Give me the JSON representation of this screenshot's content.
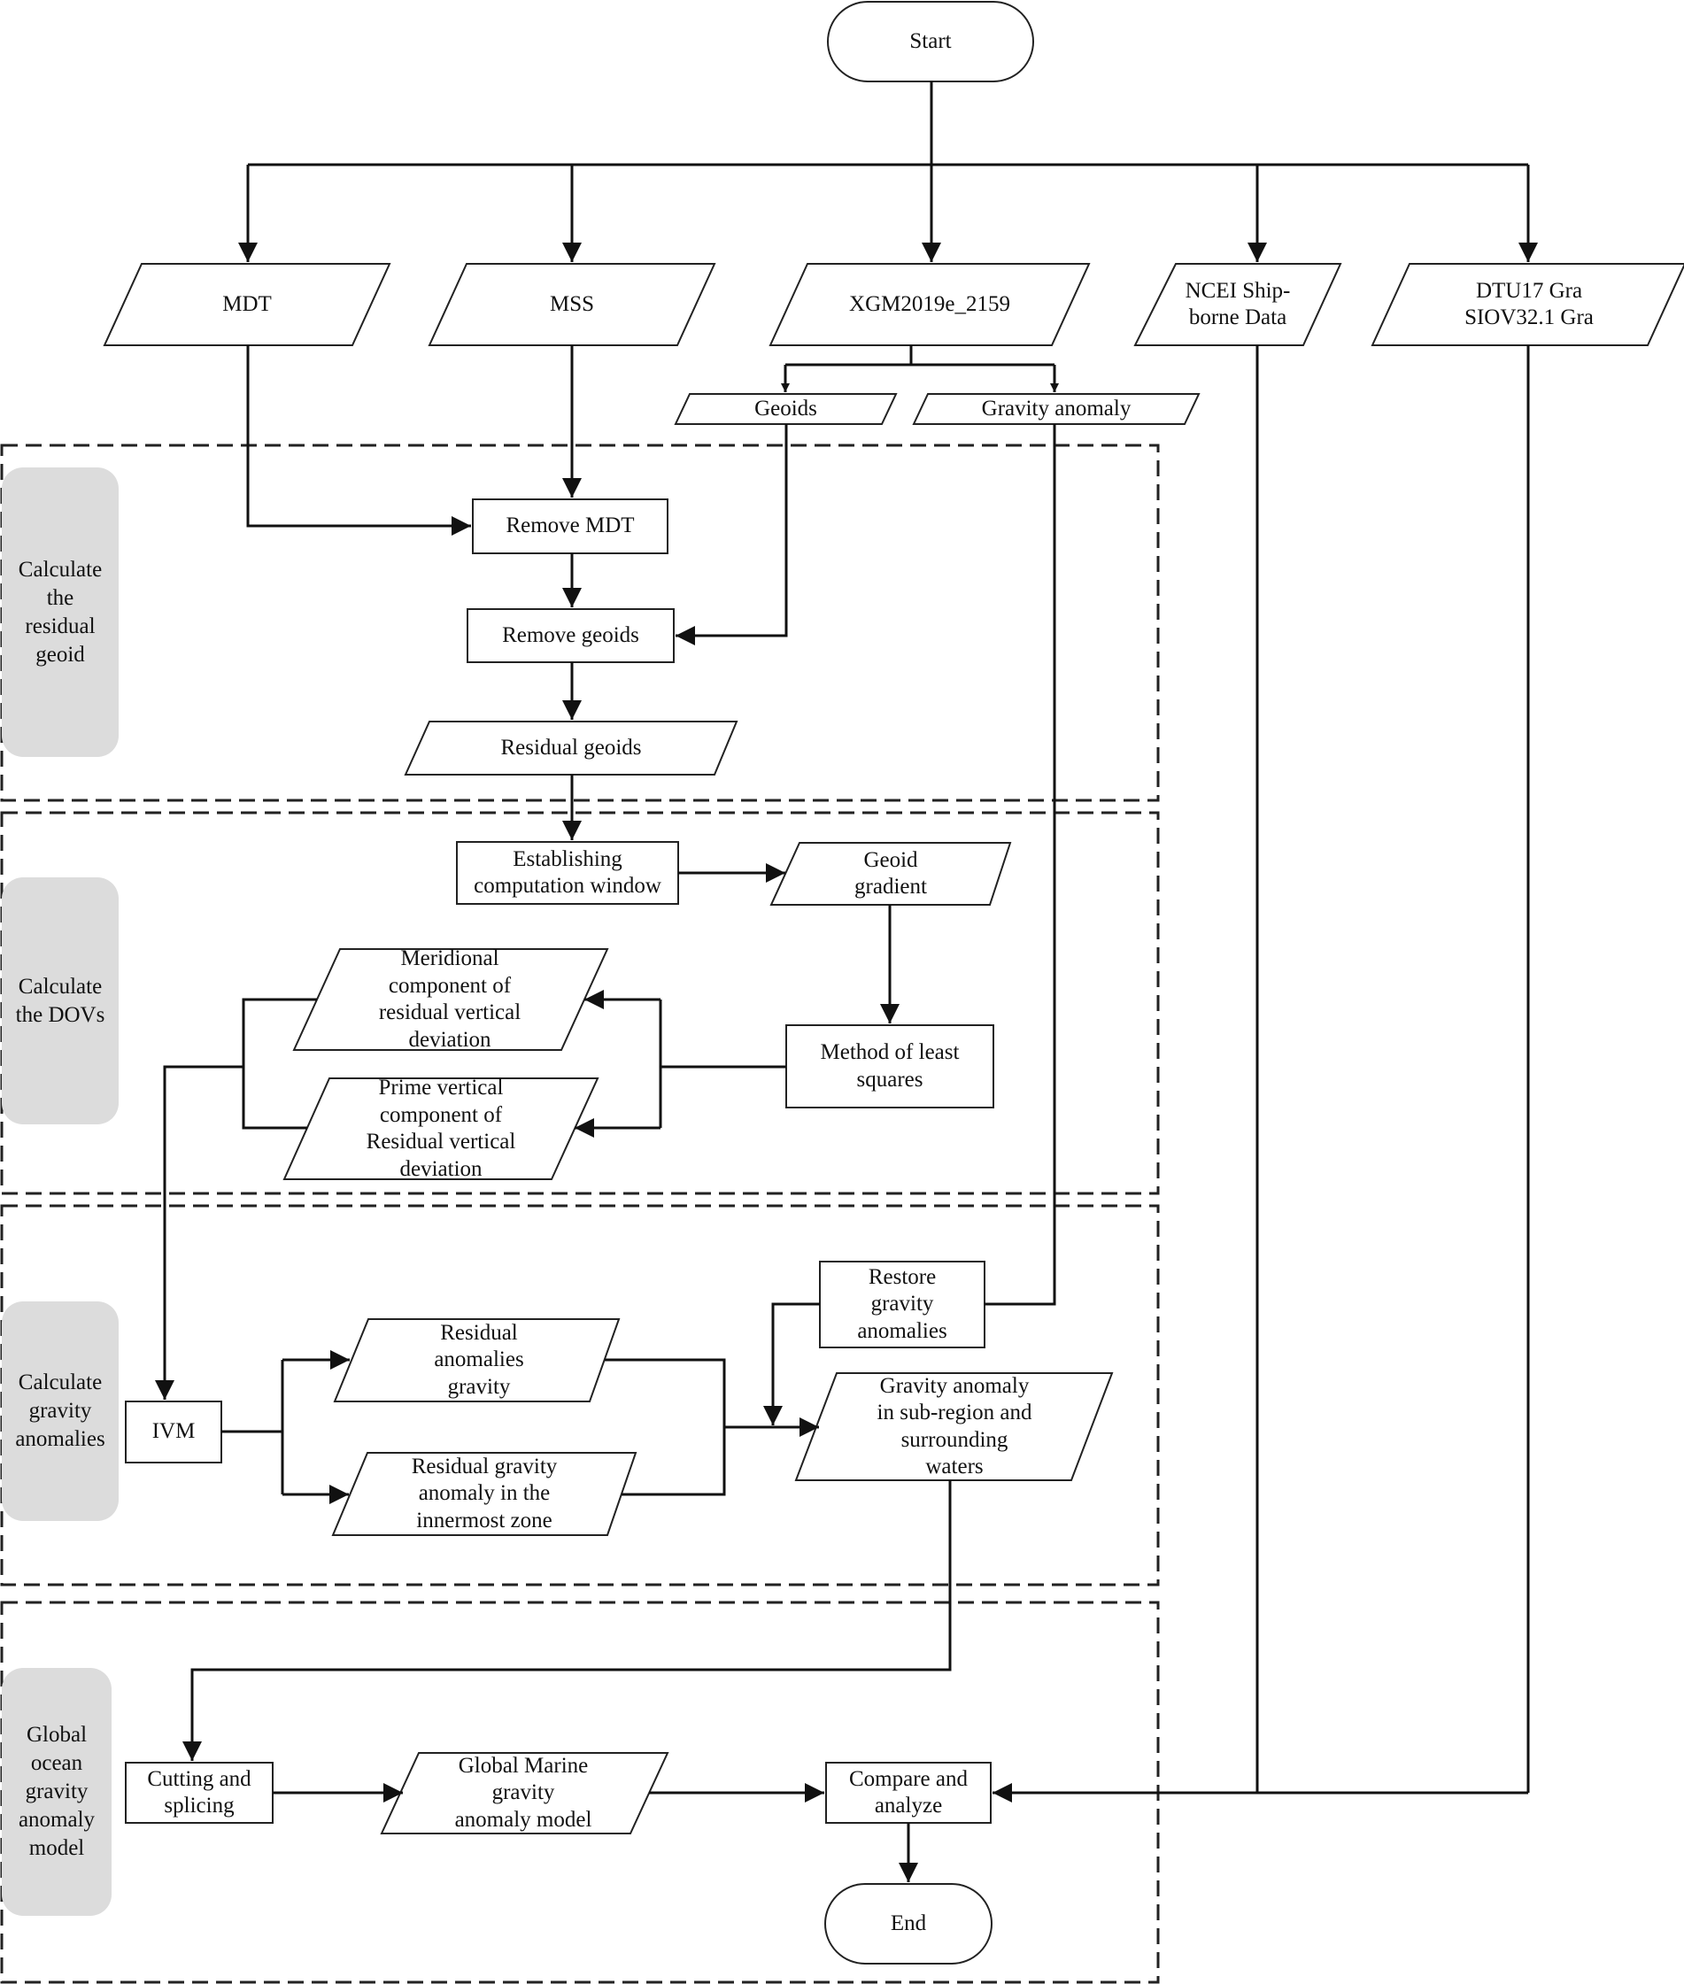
{
  "stages": [
    {
      "id": "stage-residual-geoid",
      "lines": [
        "Calculate",
        "the",
        "residual",
        "geoid"
      ]
    },
    {
      "id": "stage-dovs",
      "lines": [
        "Calculate",
        "the DOVs"
      ]
    },
    {
      "id": "stage-gravity-anomalies",
      "lines": [
        "Calculate",
        "gravity",
        "anomalies"
      ]
    },
    {
      "id": "stage-global-model",
      "lines": [
        "Global",
        "ocean",
        "gravity",
        "anomaly",
        "model"
      ]
    }
  ],
  "nodes": {
    "start": {
      "lines": [
        "Start"
      ]
    },
    "mdt": {
      "lines": [
        "MDT"
      ]
    },
    "mss": {
      "lines": [
        "MSS"
      ]
    },
    "xgm": {
      "lines": [
        "XGM2019e_2159"
      ]
    },
    "ncei": {
      "lines": [
        "NCEI Ship-",
        "borne  Data"
      ]
    },
    "dtu": {
      "lines": [
        "DTU17 Gra",
        "SIOV32.1 Gra"
      ]
    },
    "geoids": {
      "lines": [
        "Geoids"
      ]
    },
    "gravity_anomaly": {
      "lines": [
        "Gravity anomaly"
      ]
    },
    "remove_mdt": {
      "lines": [
        "Remove MDT"
      ]
    },
    "remove_geoids": {
      "lines": [
        "Remove geoids"
      ]
    },
    "residual_geoids": {
      "lines": [
        "Residual geoids"
      ]
    },
    "establishing_window": {
      "lines": [
        "Establishing",
        "computation window"
      ]
    },
    "geoid_gradient": {
      "lines": [
        "Geoid",
        "gradient"
      ]
    },
    "least_squares": {
      "lines": [
        "Method of least",
        "squares"
      ]
    },
    "meridional": {
      "lines": [
        "Meridional",
        "component of",
        "residual vertical",
        "deviation"
      ]
    },
    "prime_vertical": {
      "lines": [
        "Prime vertical",
        "component of",
        "Residual vertical",
        "deviation"
      ]
    },
    "ivm": {
      "lines": [
        "IVM"
      ]
    },
    "residual_anomalies": {
      "lines": [
        "Residual",
        "anomalies",
        "gravity"
      ]
    },
    "residual_innermost": {
      "lines": [
        "Residual gravity",
        "anomaly in the",
        "innermost zone"
      ]
    },
    "restore_gravity": {
      "lines": [
        "Restore",
        "gravity",
        "anomalies"
      ]
    },
    "subregion": {
      "lines": [
        "Gravity anomaly",
        "in sub-region and",
        "surrounding",
        "waters"
      ]
    },
    "cutting": {
      "lines": [
        "Cutting and",
        "splicing"
      ]
    },
    "global_marine": {
      "lines": [
        "Global Marine",
        "gravity",
        "anomaly model"
      ]
    },
    "compare": {
      "lines": [
        "Compare and",
        "analyze"
      ]
    },
    "end": {
      "lines": [
        "End"
      ]
    }
  },
  "colors": {
    "stroke": "#222222",
    "stage_fill": "#dcdcdc",
    "text": "#111111"
  }
}
